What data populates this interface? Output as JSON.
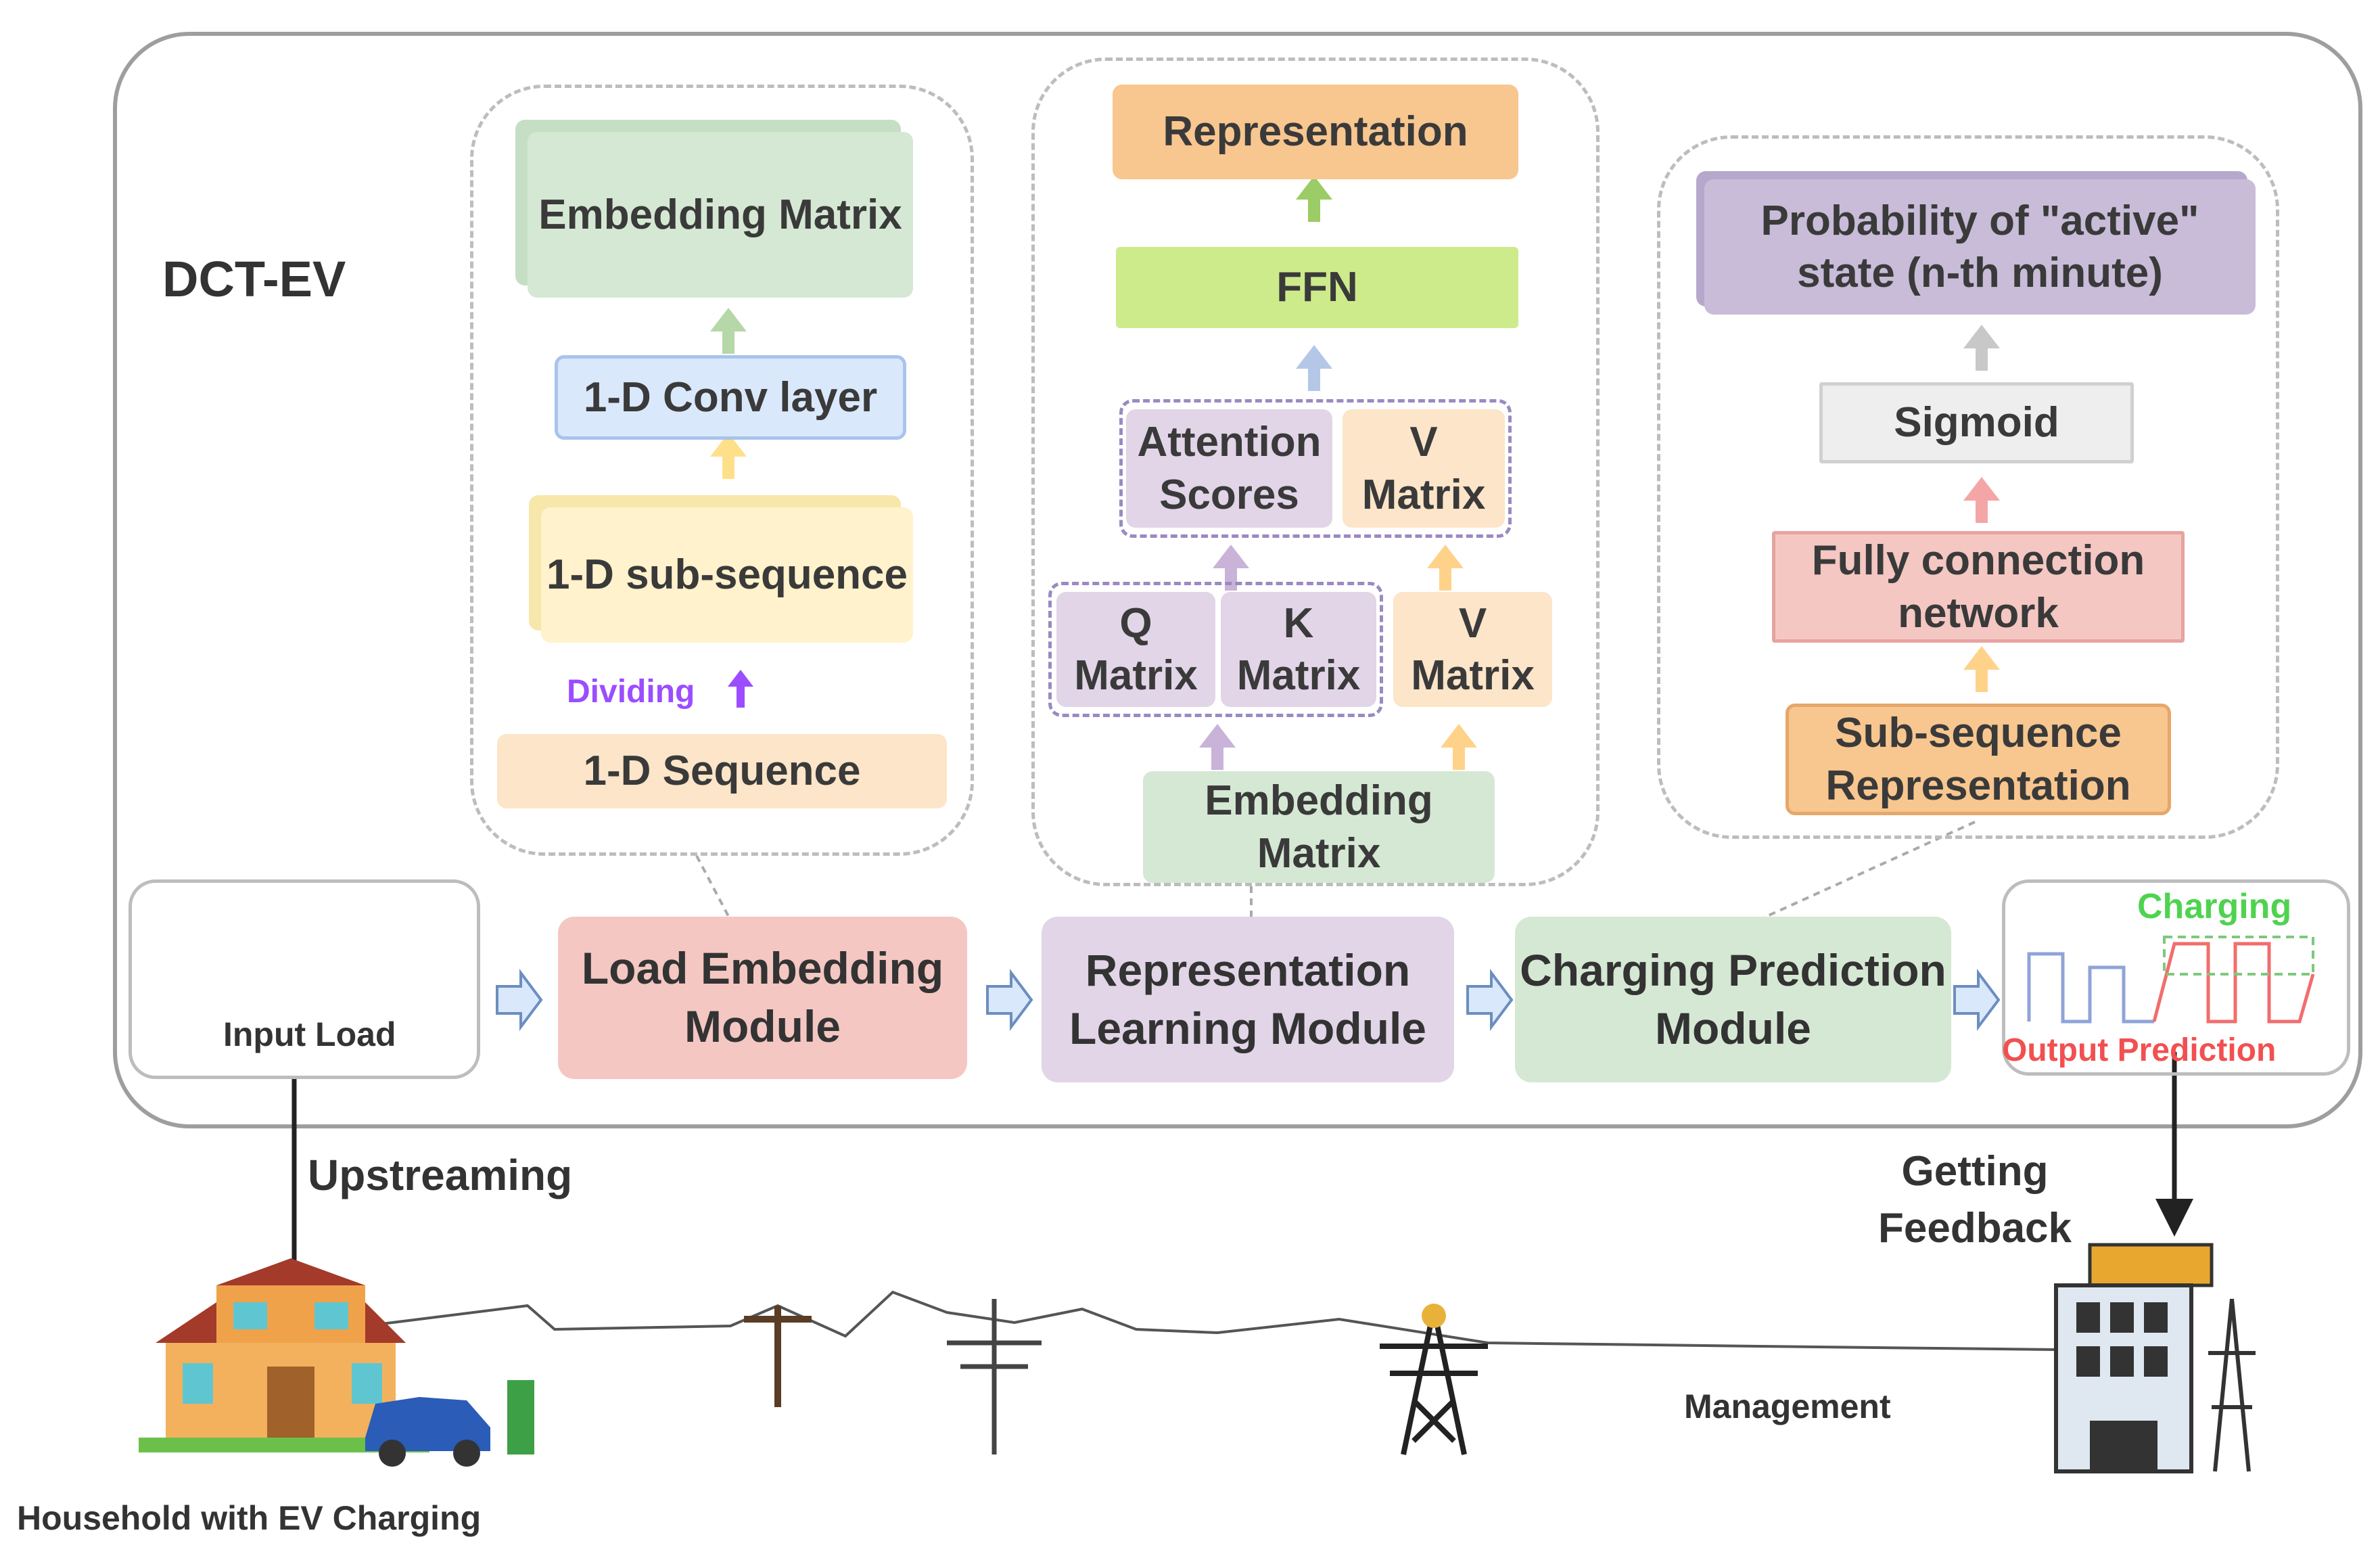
{
  "main_title": "DCT-EV",
  "embedding_module": {
    "embedding_matrix": "Embedding Matrix",
    "conv_layer": "1-D Conv layer",
    "sub_sequence": "1-D sub-sequence",
    "dividing": "Dividing",
    "sequence": "1-D Sequence"
  },
  "representation_module": {
    "representation": "Representation",
    "ffn": "FFN",
    "attention_scores": "Attention Scores",
    "v_matrix_top": "V Matrix",
    "q_matrix": "Q Matrix",
    "k_matrix": "K Matrix",
    "v_matrix_bottom": "V Matrix",
    "embedding_matrix": "Embedding Matrix"
  },
  "prediction_module": {
    "probability": "Probability of \"active\" state (n-th minute)",
    "sigmoid": "Sigmoid",
    "fully_connection": "Fully connection network",
    "subsequence_rep": "Sub-sequence Representation"
  },
  "pipeline": {
    "input_load": "Input Load",
    "load_embedding": "Load Embedding Module",
    "representation_learning": "Representation Learning Module",
    "charging_prediction": "Charging Prediction Module",
    "charging": "Charging",
    "output_prediction": "Output Prediction"
  },
  "bottom": {
    "upstreaming": "Upstreaming",
    "getting_feedback": "Getting Feedback",
    "management": "Management",
    "household": "Household with EV Charging"
  },
  "colors": {
    "green": "#d5e8d4",
    "blue": "#dae8fc",
    "yellow": "#fff2cc",
    "peach": "#fce5c8",
    "orange": "#f8c68f",
    "purple": "#e1d5e7",
    "ffn": "#cdeb8b",
    "grey": "#eeeeee",
    "red": "#f4c7c3"
  }
}
